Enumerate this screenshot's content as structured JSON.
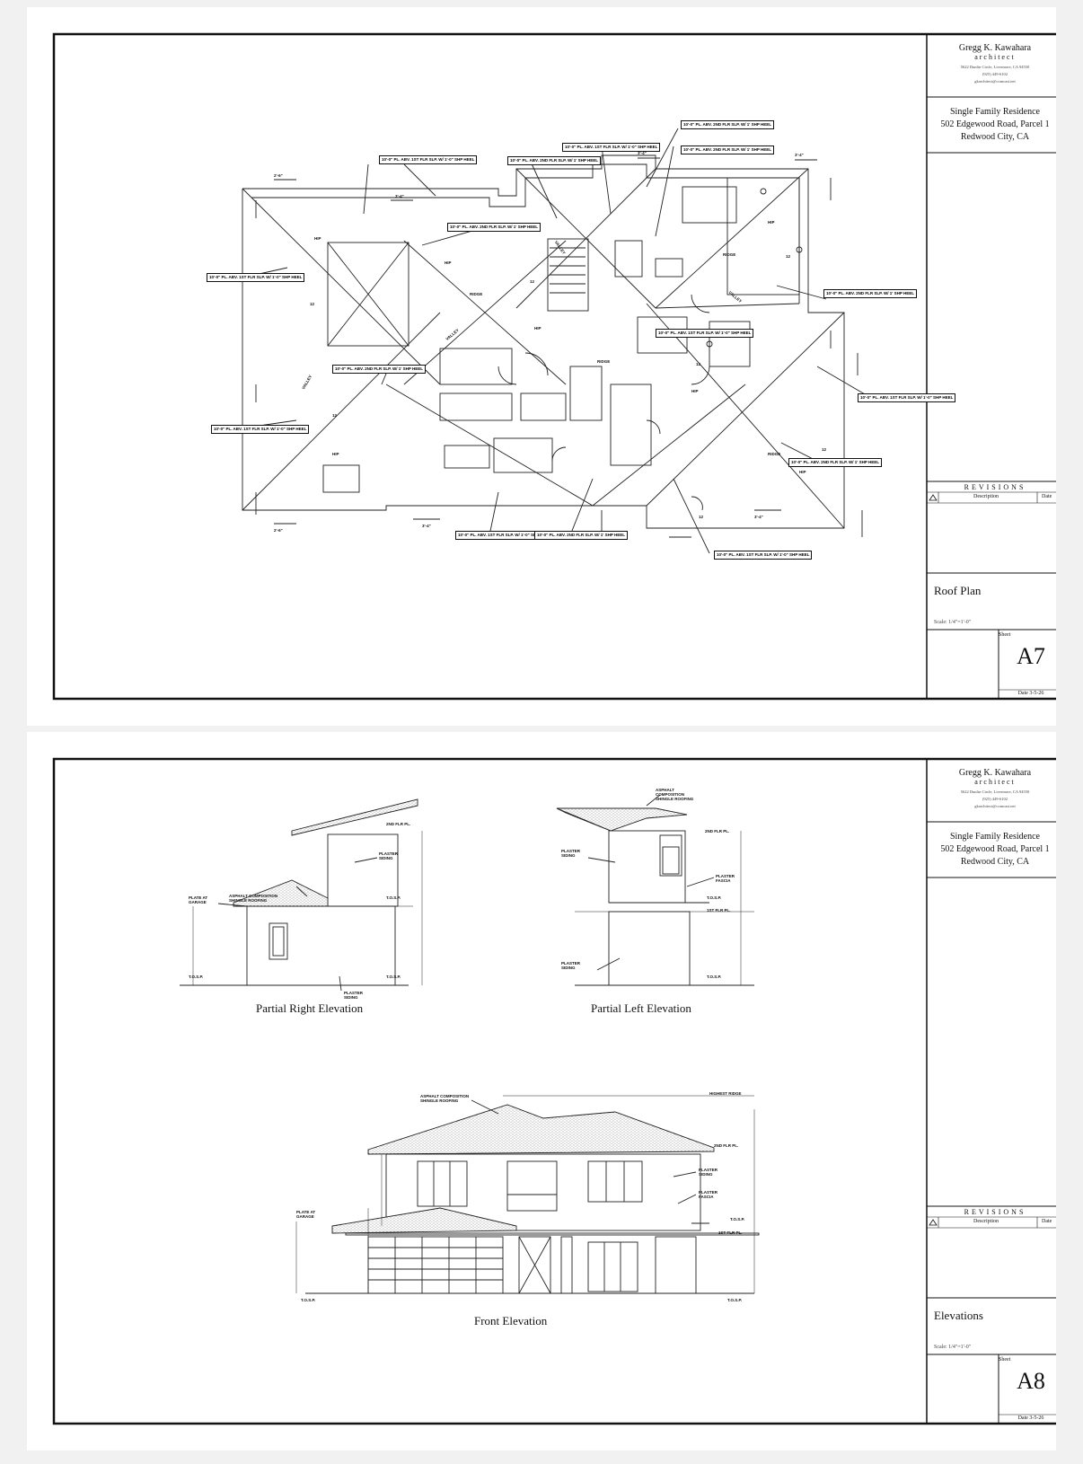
{
  "sheets": [
    {
      "firm": {
        "name": "Gregg K. Kawahara",
        "subtitle": "architect",
        "address": "5622 Dunlin Circle, Livermore, CA 94550",
        "phone": "(925) 449-6102",
        "email": "gkarchitect@comcast.net"
      },
      "project": {
        "line1": "Single Family Residence",
        "line2": "502 Edgewood Road, Parcel 1",
        "line3": "Redwood City, CA"
      },
      "revisions": {
        "title": "REVISIONS",
        "col_description": "Description",
        "col_date": "Date"
      },
      "sheet_title": "Roof Plan",
      "scale": "Scale: 1/4\"=1'-0\"",
      "sheet_label": "Sheet",
      "sheet_number": "A7",
      "date": "Date   3-5-26"
    },
    {
      "firm": {
        "name": "Gregg K. Kawahara",
        "subtitle": "architect",
        "address": "5622 Dunlin Circle, Livermore, CA 94550",
        "phone": "(925) 449-6102",
        "email": "gkarchitect@comcast.net"
      },
      "project": {
        "line1": "Single Family Residence",
        "line2": "502 Edgewood Road, Parcel 1",
        "line3": "Redwood City, CA"
      },
      "revisions": {
        "title": "REVISIONS",
        "col_description": "Description",
        "col_date": "Date"
      },
      "sheet_title": "Elevations",
      "scale": "Scale: 1/4\"=1'-0\"",
      "sheet_label": "Sheet",
      "sheet_number": "A8",
      "date": "Date   3-5-26"
    }
  ],
  "roof_plan": {
    "ridge": "RIDGE",
    "valley": "VALLEY",
    "hip": "HIP",
    "slope": "12",
    "callout_a": "10'-0\" PL. ABV. 1ST FLR SLP. W/ 1'-0\" SHP HEEL",
    "callout_b": "10'-0\" PL. ABV. 2ND FLR SLP. W/ 1' SHP HEEL",
    "dim_a": "2'-6\"",
    "dim_b": "3'-4\""
  },
  "elevations": {
    "partial_right": "Partial Right Elevation",
    "partial_left": "Partial Left Elevation",
    "front": "Front Elevation",
    "roofing": "ASPHALT COMPOSITION SHINGLE ROOFING",
    "siding": "PLASTER SIDING",
    "fascia": "PLASTER FASCIA",
    "plate_garage": "PLATE AT GARAGE",
    "second_flr": "2ND FLR PL.",
    "first_flr": "1ST FLR PL.",
    "tos": "T.O.S.P.",
    "highest_ridge": "HIGHEST RIDGE"
  }
}
